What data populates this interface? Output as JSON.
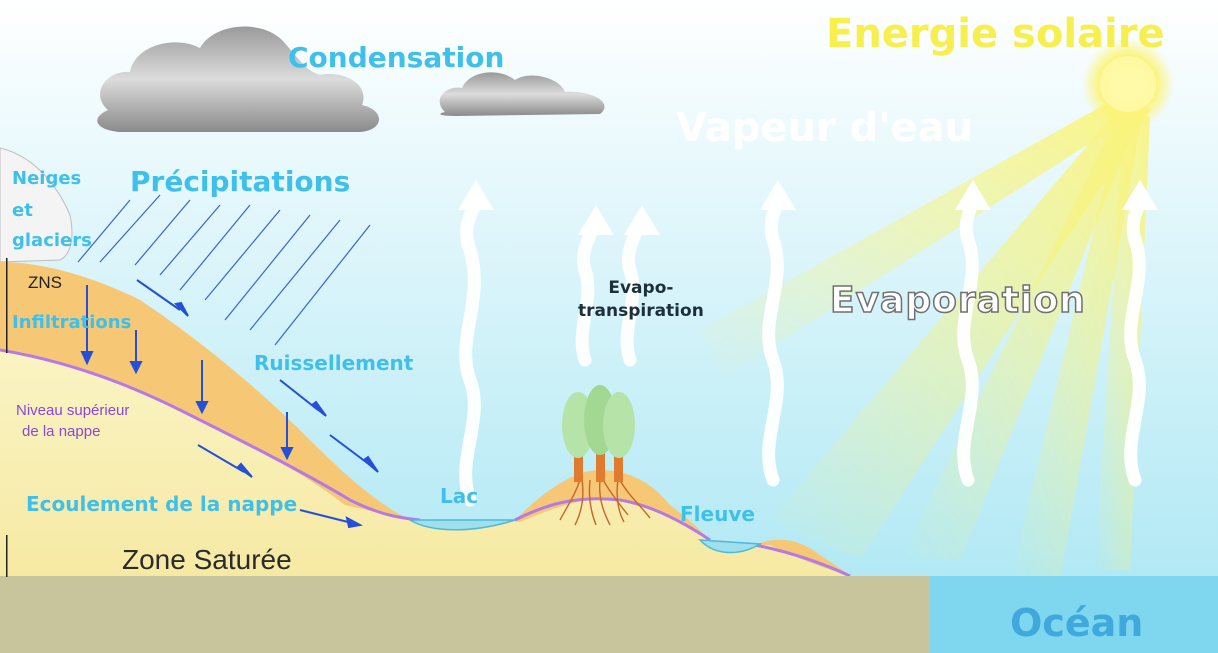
{
  "labels": {
    "energie_solaire": "Energie solaire",
    "condensation": "Condensation",
    "vapeur_eau": "Vapeur d'eau",
    "precipitations": "Précipitations",
    "neiges_l1": "Neiges",
    "neiges_l2": "et",
    "neiges_l3": "glaciers",
    "zns": "ZNS",
    "infiltrations": "Infiltrations",
    "ruissellement": "Ruissellement",
    "niveau_l1": "Niveau supérieur",
    "niveau_l2": "de la nappe",
    "evapo_l1": "Evapo-",
    "evapo_l2": "transpiration",
    "evaporation": "Evaporation",
    "lac": "Lac",
    "fleuve": "Fleuve",
    "ecoulement": "Ecoulement de la nappe",
    "zone_saturee": "Zone Saturée",
    "ocean": "Océan"
  },
  "colors": {
    "sky_top": "#ffffff",
    "sky_bottom": "#9fe3f2",
    "ground_orange": "#f6c774",
    "ground_yellow": "#faf2b8",
    "water_table": "#b77ae4",
    "arrow_blue": "#2450d8",
    "ocean": "#7fd6ef",
    "bedrock": "#c8c49c",
    "sun": "#fbf477",
    "label_cyan": "#3fc0ea"
  }
}
